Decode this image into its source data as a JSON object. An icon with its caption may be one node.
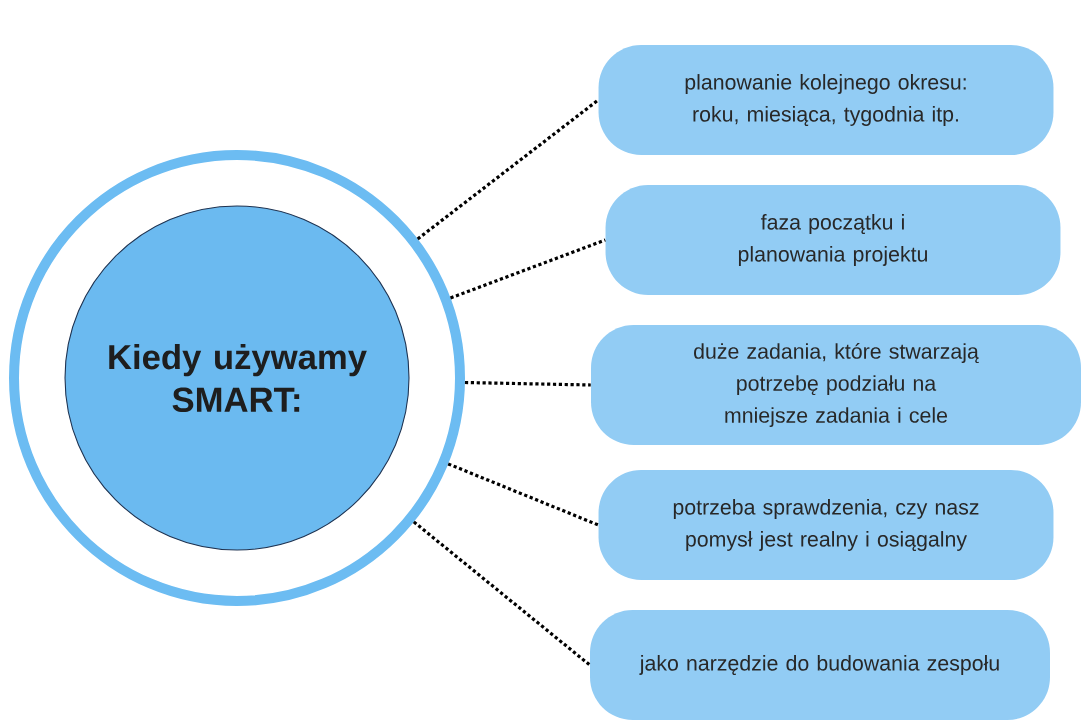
{
  "diagram": {
    "nodes": [
      {
        "text": [],
        "shape": "circle"
      },
      {
        "text": [
          "Kiedy używamy SMART:"
        ],
        "in": 0
      },
      {
        "text": [
          "planowanie kolejnego okresu: roku, miesiąca, tygodnia itp."
        ]
      },
      {
        "text": [
          "faza początku i planowania projektu"
        ]
      },
      {
        "text": [
          "duże zadania, które stwarzają potrzebę podziału na mniejsze zadania i cele"
        ]
      },
      {
        "text": [
          "potrzeba sprawdzenia, czy nasz pomysł jest realny i osiągalny"
        ]
      },
      {
        "text": [
          "jako narzędzie do budowania zespołu"
        ]
      }
    ],
    "edges": [
      {
        "from": 0,
        "to": 2,
        "arrow": "none"
      },
      {
        "from": 0,
        "to": 3,
        "arrow": "none"
      },
      {
        "from": 0,
        "to": 4,
        "arrow": "none"
      },
      {
        "from": 0,
        "to": 5,
        "arrow": "none"
      },
      {
        "from": 0,
        "to": 6,
        "arrow": "none"
      }
    ]
  }
}
